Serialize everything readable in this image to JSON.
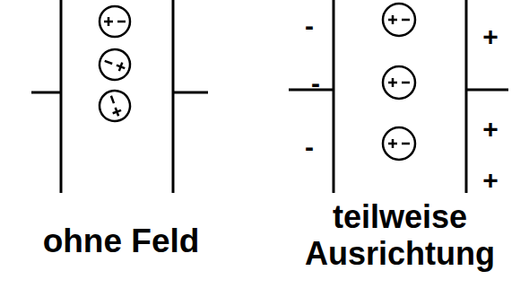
{
  "diagram": {
    "labels": [
      "-",
      "-",
      "-",
      "+",
      "+",
      "+",
      "ohne Feld",
      "teilweise Ausrichtung"
    ]
  }
}
